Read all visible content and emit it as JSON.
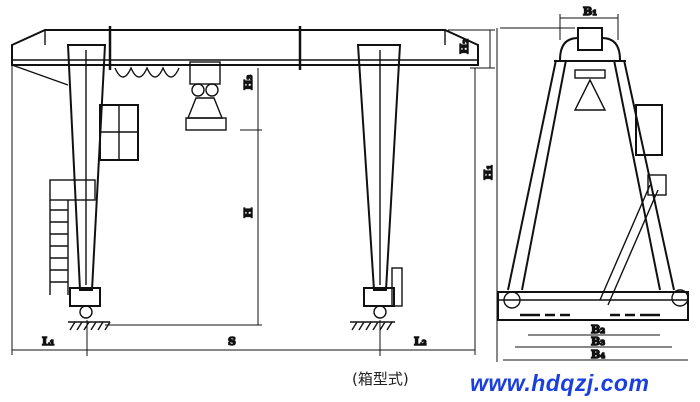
{
  "front_view": {
    "dimensions": {
      "L1": "L₁",
      "S": "S",
      "L2": "L₂",
      "H": "H",
      "H3": "H₃",
      "H2": "H₂"
    }
  },
  "side_view": {
    "dimensions": {
      "H1": "H₁",
      "B1": "B₁",
      "B2": "B₂",
      "B3": "B₃",
      "B4": "B₄"
    }
  },
  "caption": "(箱型式)",
  "watermark": "www.hdqzj.com",
  "colors": {
    "line": "#111111",
    "watermark": "#1a3fe0"
  }
}
